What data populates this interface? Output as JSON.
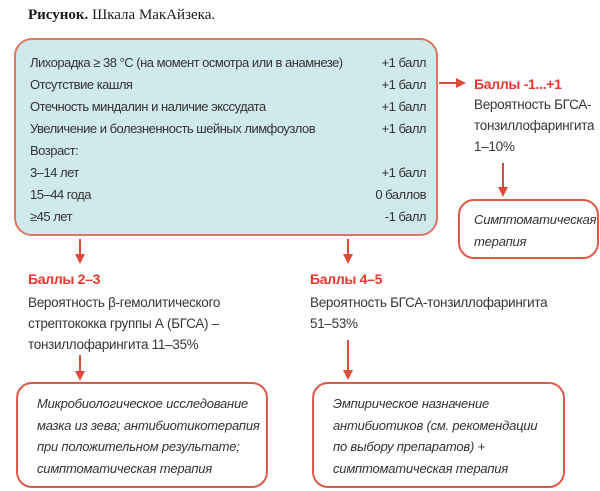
{
  "caption": {
    "label": "Рисунок.",
    "text": " Шкала МакАйзека."
  },
  "colors": {
    "criteria_box_fill": "#cfe9ec",
    "criteria_box_border": "#dd7663",
    "accent_red": "#e6372e",
    "arrow_red": "#dc4a38",
    "text_dark": "#333333"
  },
  "criteria": {
    "rows": [
      {
        "label": "Лихорадка ≥ 38 °C (на момент осмотра или в анамнезе)",
        "score": "+1 балл"
      },
      {
        "label": "Отсутствие кашля",
        "score": "+1 балл"
      },
      {
        "label": "Отечность миндалин и наличие экссудата",
        "score": "+1 балл"
      },
      {
        "label": "Увеличение и болезненность шейных лимфоузлов",
        "score": "+1 балл"
      },
      {
        "label": "Возраст:",
        "score": ""
      },
      {
        "label": "3–14 лет",
        "score": "+1 балл"
      },
      {
        "label": "15–44 года",
        "score": "0 баллов"
      },
      {
        "label": "≥45 лет",
        "score": "-1 балл"
      }
    ]
  },
  "branches": {
    "low": {
      "heading": "Баллы -1...+1",
      "probability_lines": {
        "0": "Вероятность БГСА-",
        "1": "тонзиллофарингита",
        "2": "1–10%"
      },
      "outcome_lines": {
        "0": "Симптоматическая",
        "1": "терапия"
      }
    },
    "mid": {
      "heading": "Баллы 2–3",
      "probability_lines": {
        "0": "Вероятность β-гемолитического",
        "1": "стрептококка группы А (БГСА) –",
        "2": "тонзиллофарингита 11–35%"
      },
      "outcome_lines": {
        "0": "Микробиологическое исследование",
        "1": "мазка из зева; антибиотикотерапия",
        "2": "при положительном результате;",
        "3": "симптоматическая терапия"
      }
    },
    "high": {
      "heading": "Баллы 4–5",
      "probability_lines": {
        "0": "Вероятность БГСА-тонзиллофарингита",
        "1": "51–53%"
      },
      "outcome_lines": {
        "0": "Эмпирическое назначение",
        "1": "антибиотиков (см. рекомендации",
        "2": "по выбору препаратов) +",
        "3": "симптоматическая терапия"
      }
    }
  }
}
